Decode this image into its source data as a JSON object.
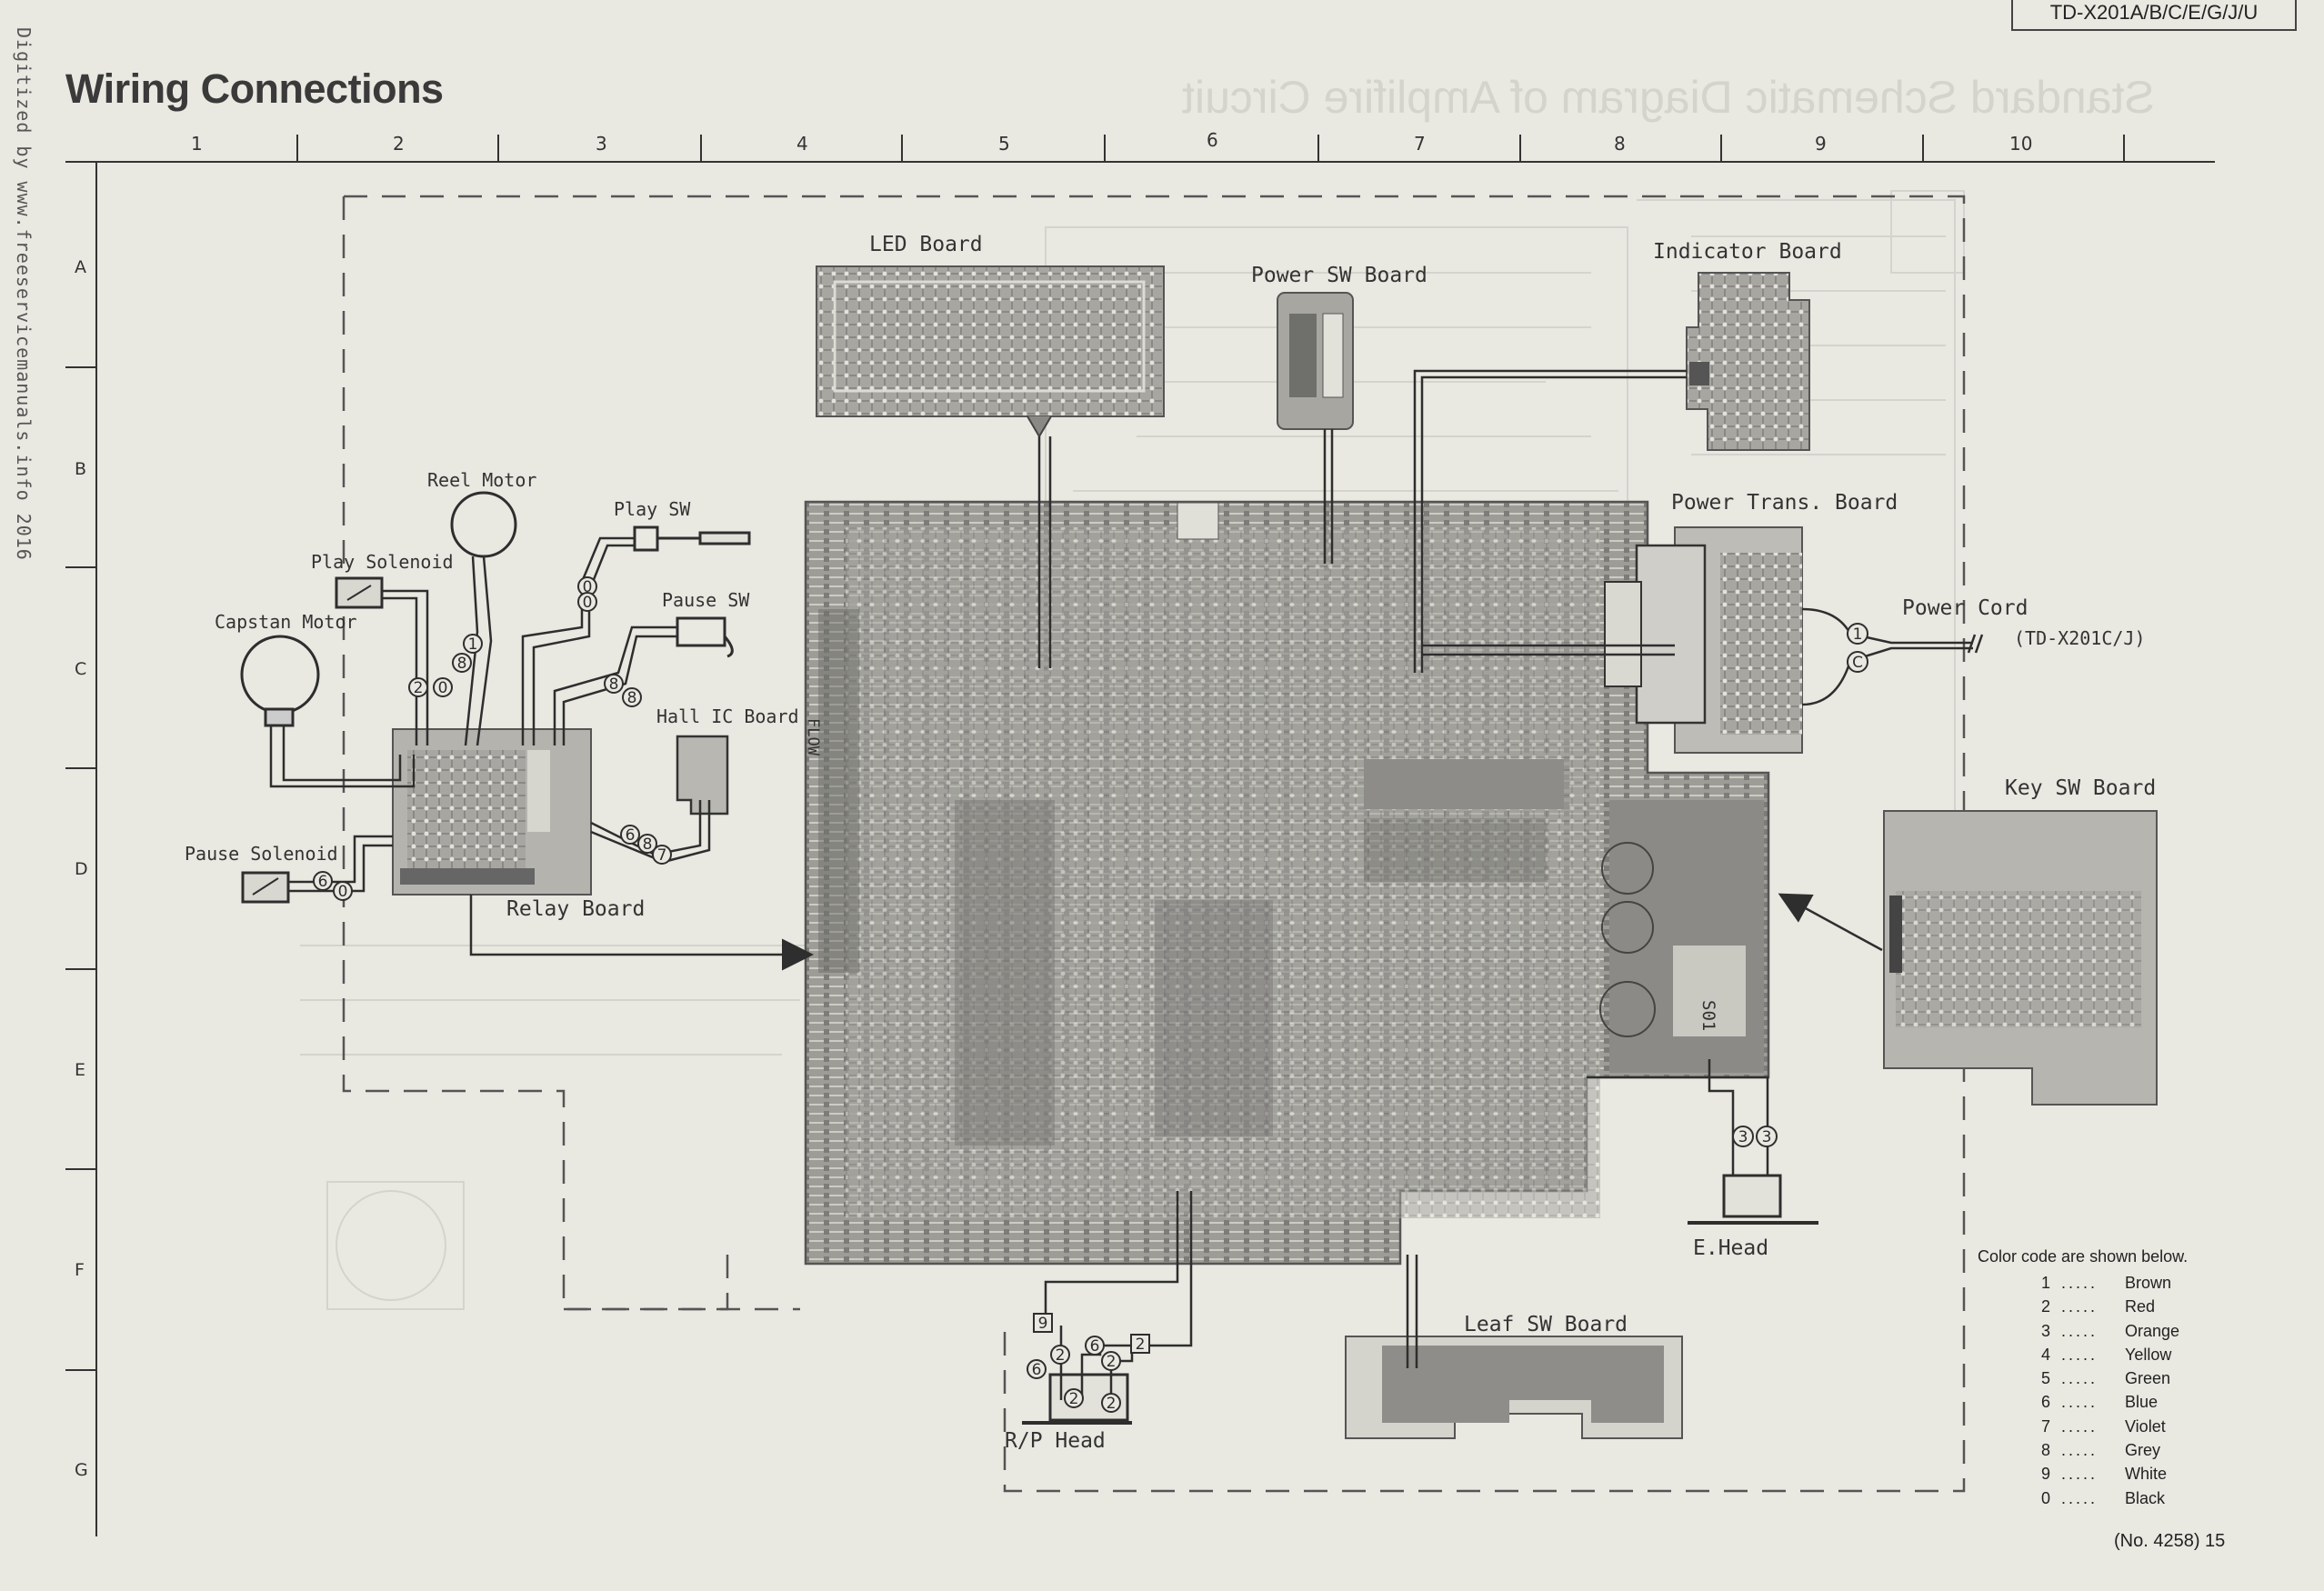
{
  "title": "Wiring Connections",
  "ghost_title": "Standard Schematic Diagram of Amplifire Circuit",
  "model": "TD-X201A/B/C/E/G/J/U",
  "watermark": "Digitized by www.freeservicemanuals.info 2016",
  "grid": {
    "columns": [
      "1",
      "2",
      "3",
      "4",
      "5",
      "6",
      "7",
      "8",
      "9",
      "10"
    ],
    "rows": [
      "A",
      "B",
      "C",
      "D",
      "E",
      "F",
      "G"
    ]
  },
  "labels": {
    "led_board": "LED  Board",
    "power_sw_board": "Power SW Board",
    "indicator_board": "Indicator  Board",
    "reel_motor": "Reel Motor",
    "play_sw": "Play SW",
    "play_solenoid": "Play Solenoid",
    "pause_sw": "Pause SW",
    "capstan_motor": "Capstan Motor",
    "hall_ic_board": "Hall IC Board",
    "pause_solenoid": "Pause Solenoid",
    "relay_board": "Relay Board",
    "power_trans_board": "Power Trans. Board",
    "power_cord": "Power Cord",
    "power_cord_note": "(TD-X201C/J)",
    "key_sw_board": "Key SW Board",
    "e_head": "E.Head",
    "leaf_sw_board": "Leaf SW Board",
    "rp_head": "R/P Head",
    "flow": "FLOW",
    "s01": "S01"
  },
  "legend": {
    "title": "Color code are shown below.",
    "items": [
      {
        "num": "1",
        "dots": ".....",
        "color": "Brown"
      },
      {
        "num": "2",
        "dots": ".....",
        "color": "Red"
      },
      {
        "num": "3",
        "dots": ".....",
        "color": "Orange"
      },
      {
        "num": "4",
        "dots": ".....",
        "color": "Yellow"
      },
      {
        "num": "5",
        "dots": ".....",
        "color": "Green"
      },
      {
        "num": "6",
        "dots": ".....",
        "color": "Blue"
      },
      {
        "num": "7",
        "dots": ".....",
        "color": "Violet"
      },
      {
        "num": "8",
        "dots": ".....",
        "color": "Grey"
      },
      {
        "num": "9",
        "dots": ".....",
        "color": "White"
      },
      {
        "num": "0",
        "dots": ".....",
        "color": "Black"
      }
    ]
  },
  "page_number": "(No. 4258) 15",
  "colors": {
    "paper": "#e9e8e1",
    "line": "#2e2e2e",
    "board": "#9a9a96",
    "board_dark": "#6f6f6b"
  }
}
